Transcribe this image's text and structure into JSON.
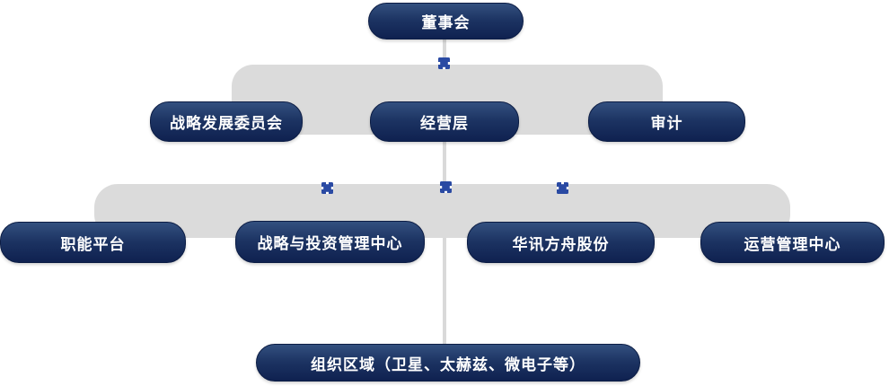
{
  "colors": {
    "node_top": "#33507f",
    "node_mid": "#1c3362",
    "node_bottom": "#0f2150",
    "node_border": "#0c1d45",
    "band": "#dbdbdb",
    "line": "#d9d9d9",
    "connector": "#2a4aa3",
    "text": "#ffffff",
    "bg": "#ffffff"
  },
  "org_chart": {
    "nodes": {
      "board": {
        "label": "董事会",
        "level": 1
      },
      "strategy_committee": {
        "label": "战略发展委员会",
        "level": 2
      },
      "management": {
        "label": "经营层",
        "level": 2
      },
      "audit": {
        "label": "审计",
        "level": 2
      },
      "functional_platform": {
        "label": "职能平台",
        "level": 3
      },
      "strategy_investment": {
        "label": "战略与投资管理中心",
        "level": 3
      },
      "huaxun_fangzhou": {
        "label": "华讯方舟股份",
        "level": 3
      },
      "operations_center": {
        "label": "运营管理中心",
        "level": 3
      },
      "org_region": {
        "label": "组织区域（卫星、太赫兹、微电子等）",
        "level": 4
      }
    },
    "icons": {
      "connector_node": "connector-node-icon"
    }
  }
}
